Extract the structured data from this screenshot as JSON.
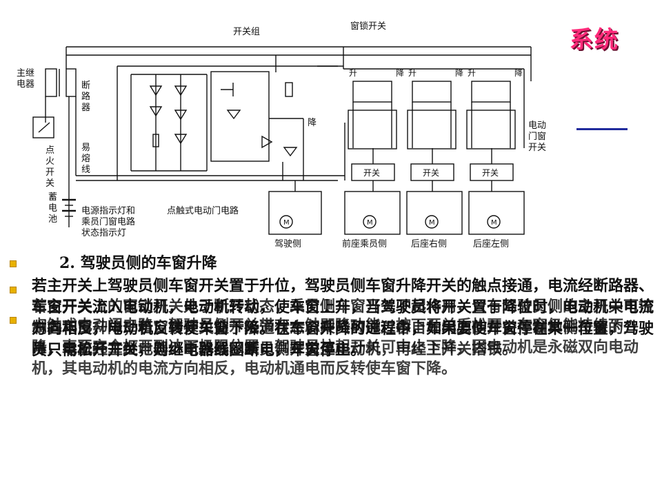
{
  "logo": {
    "text": "系统"
  },
  "diagram_labels": {
    "switch_group": "开关组",
    "window_lock_switch": "窗锁开关",
    "main_relay": "主继\n电器",
    "breaker": "断\n路\n器",
    "ignition_switch": "点\n火\n开\n关",
    "fuse": "易\n熔\n线",
    "battery": "蓄\n电\n池",
    "power_indicator": "电源指示灯和\n乘员门窗电路\n状态指示灯",
    "touch_window_circuit": "点触式电动门电路",
    "down": "降",
    "up": "升",
    "electric_window_switch": "电动\n门窗\n开关",
    "switch": "开关",
    "motor": "M",
    "driver_side": "驾驶侧",
    "front_passenger_side": "前座乘员侧",
    "rear_right_side": "后座右侧",
    "rear_left_side": "后座左侧"
  },
  "content": {
    "heading": "2. 驾驶员侧的车窗升降",
    "paragraph1": "若主开关上驾驶员侧车窗开关置于升位，驾驶员侧车窗升降开关的触点接通，电流经断路器、车窗开关流入电动机，电动机转动，使车窗上升，当驾驶员将开关置于降位时，电动机中电流方向相反，电动机反转使车窗下降。在车窗升降的过程中，如果要使车窗停在某一位置，驾驶员只需松开开关，则继电器线圈断电，车窗停止。",
    "paragraph2": "若主开关上的窗锁开关处于断开状态，乘员侧车窗开关不起作用，只有驾驶员侧的主开关可控制各车窗升降；若窗锁开关处于接通状态，乘员可通过各自车门上的开关控制本侧车窗的升降，电流经主继电器、断路器、乘员侧开关至电动机，再经主开关搭铁。",
    "paragraph3": "点触式电动门电路：驾驶员侧开关带有一触即降功能，按下开关后松开，车窗仍能持续下降，直至完全打开到达下极限位置，驾驶员拉起开关可中止下降，因电动机是永磁双向电动机，其电动机的电流方向相反，电动机通电而反转使车窗下降。"
  }
}
